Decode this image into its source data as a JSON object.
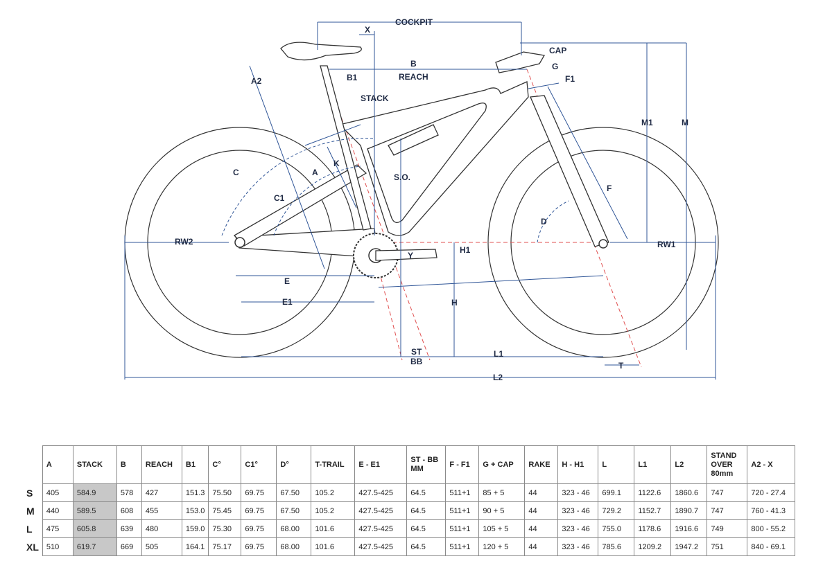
{
  "diagram": {
    "labels": {
      "cockpit": "COCKPIT",
      "x": "X",
      "cap": "CAP",
      "b": "B",
      "b1": "B1",
      "reach": "REACH",
      "g": "G",
      "f1": "F1",
      "a2": "A2",
      "stack": "STACK",
      "m1": "M1",
      "m": "M",
      "c": "C",
      "a": "A",
      "k": "K",
      "so": "S.O.",
      "f": "F",
      "c1": "C1",
      "d": "D",
      "rw2": "RW2",
      "rw1": "RW1",
      "h1": "H1",
      "y": "Y",
      "e": "E",
      "h": "H",
      "e1": "E1",
      "st": "ST",
      "bb": "BB",
      "l1": "L1",
      "t": "T",
      "l2": "L2"
    }
  },
  "table": {
    "headers": [
      "A",
      "STACK",
      "B",
      "REACH",
      "B1",
      "C°",
      "C1°",
      "D°",
      "T-TRAIL",
      "E - E1",
      "ST - BB MM",
      "F - F1",
      "G + CAP",
      "RAKE",
      "H - H1",
      "L",
      "L1",
      "L2",
      "STAND OVER 80mm",
      "A2 - X"
    ],
    "rows": [
      {
        "size": "S",
        "cells": [
          "405",
          "584.9",
          "578",
          "427",
          "151.3",
          "75.50",
          "69.75",
          "67.50",
          "105.2",
          "427.5-425",
          "64.5",
          "511+1",
          "85 + 5",
          "44",
          "323 - 46",
          "699.1",
          "1122.6",
          "1860.6",
          "747",
          "720 - 27.4"
        ]
      },
      {
        "size": "M",
        "cells": [
          "440",
          "589.5",
          "608",
          "455",
          "153.0",
          "75.45",
          "69.75",
          "67.50",
          "105.2",
          "427.5-425",
          "64.5",
          "511+1",
          "90 + 5",
          "44",
          "323 - 46",
          "729.2",
          "1152.7",
          "1890.7",
          "747",
          "760 - 41.3"
        ]
      },
      {
        "size": "L",
        "cells": [
          "475",
          "605.8",
          "639",
          "480",
          "159.0",
          "75.30",
          "69.75",
          "68.00",
          "101.6",
          "427.5-425",
          "64.5",
          "511+1",
          "105 + 5",
          "44",
          "323 - 46",
          "755.0",
          "1178.6",
          "1916.6",
          "749",
          "800 - 55.2"
        ]
      },
      {
        "size": "XL",
        "cells": [
          "510",
          "619.7",
          "669",
          "505",
          "164.1",
          "75.17",
          "69.75",
          "68.00",
          "101.6",
          "427.5-425",
          "64.5",
          "511+1",
          "120 + 5",
          "44",
          "323 - 46",
          "785.6",
          "1209.2",
          "1947.2",
          "751",
          "840 - 69.1"
        ]
      }
    ]
  }
}
